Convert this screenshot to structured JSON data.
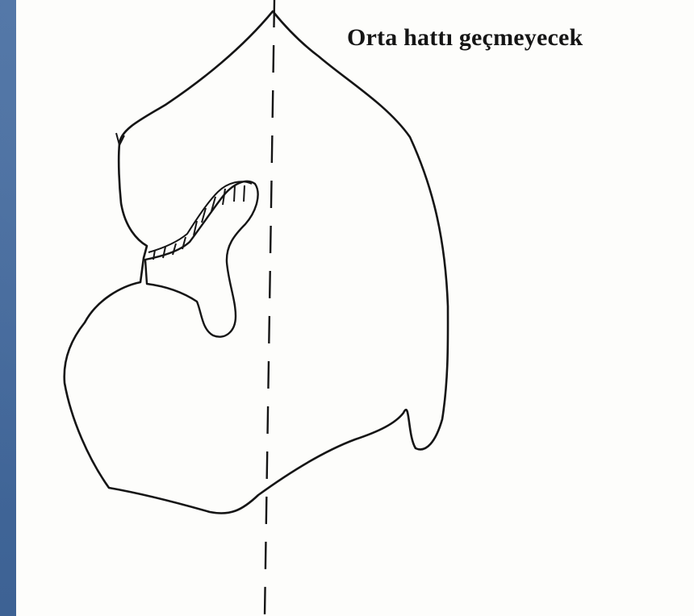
{
  "colors": {
    "slide_background": "#3f6597",
    "paper": "#fdfdfb",
    "ink": "#151515"
  },
  "diagram": {
    "annotation": "Orta hattı geçmeyecek",
    "elements": [
      "organ-outline",
      "midline-dashed",
      "flap-outline",
      "hatched-strip"
    ]
  }
}
